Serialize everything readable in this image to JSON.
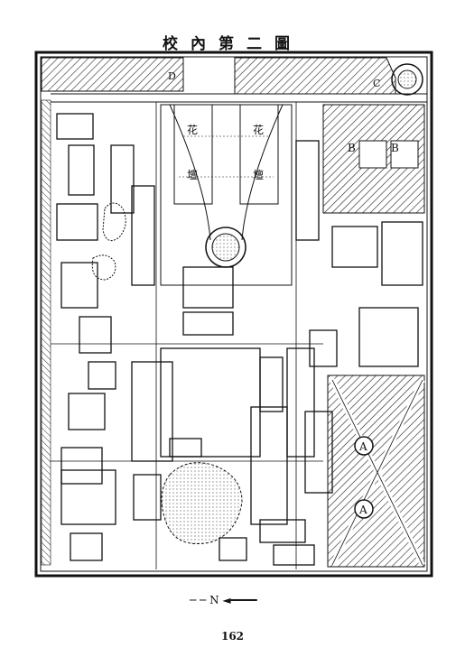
{
  "page": {
    "title": "校內第二圖",
    "page_number": "162",
    "north_label": "N"
  },
  "map_labels": {
    "flower_bed_left_a": "花",
    "flower_bed_left_b": "壇",
    "flower_bed_right_a": "花",
    "flower_bed_right_b": "壇",
    "label_b1": "B",
    "label_b2": "B",
    "label_c": "C",
    "label_d": "D",
    "label_a1": "A",
    "label_a2": "A"
  },
  "colors": {
    "ink": "#111111",
    "paper": "#ffffff"
  }
}
